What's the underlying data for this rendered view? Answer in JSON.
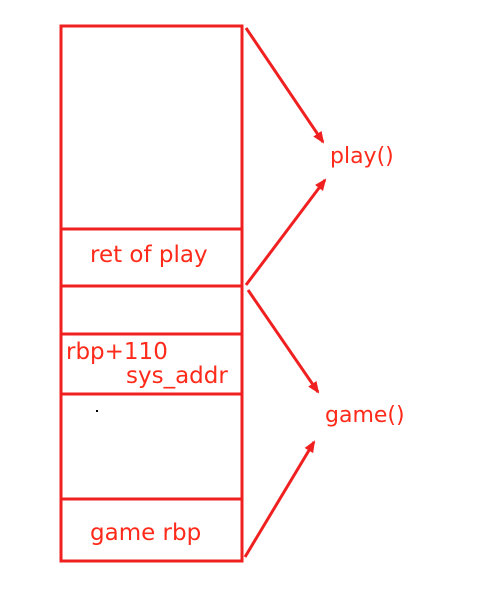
{
  "colors": {
    "stroke": "#f02020",
    "text": "#ff2a1a",
    "background": "#ffffff"
  },
  "stack": {
    "ret_of_play": "ret of play",
    "rbp_offset": "rbp+110",
    "sys_addr": "sys_addr",
    "game_rbp": "game rbp"
  },
  "frames": {
    "play": "play()",
    "game": "game()"
  }
}
